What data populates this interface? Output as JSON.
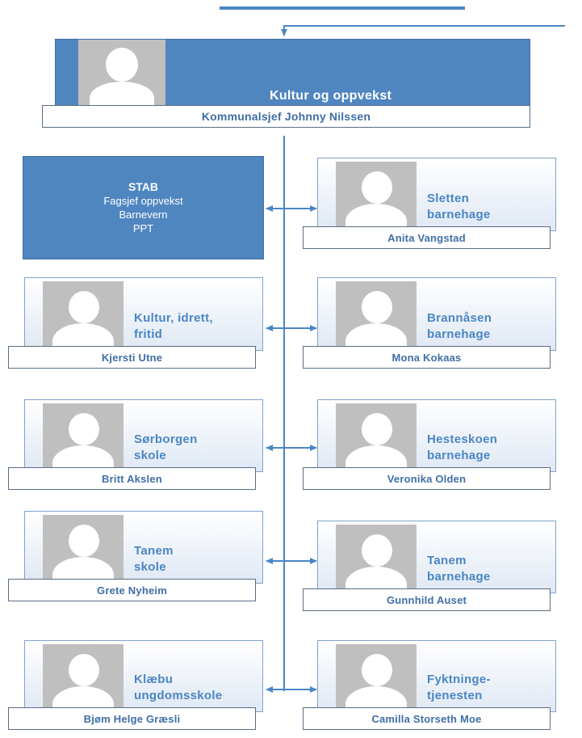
{
  "top": {
    "title": "Kultur og oppvekst",
    "leader": "Kommunalsjef Johnny Nilssen"
  },
  "stab": {
    "title": "STAB",
    "lines": [
      "Fagsjef oppvekst",
      "Barnevern",
      "PPT"
    ]
  },
  "left_units": [
    {
      "title": [
        "Kultur, idrett,",
        "fritid"
      ],
      "leader": "Kjersti Utne"
    },
    {
      "title": [
        "Sørborgen",
        "skole"
      ],
      "leader": "Britt Akslen"
    },
    {
      "title": [
        "Tanem",
        "skole"
      ],
      "leader": "Grete Nyheim"
    },
    {
      "title": [
        "Klæbu",
        "ungdomsskole"
      ],
      "leader": "Bjøm Helge Græsli"
    }
  ],
  "right_units": [
    {
      "title": [
        "Sletten",
        "barnehage"
      ],
      "leader": "Anita Vangstad"
    },
    {
      "title": [
        "Brannåsen",
        "barnehage"
      ],
      "leader": "Mona Kokaas"
    },
    {
      "title": [
        "Hesteskoen",
        "barnehage"
      ],
      "leader": "Veronika Olden"
    },
    {
      "title": [
        "Tanem",
        "barnehage"
      ],
      "leader": "Gunnhild Auset"
    },
    {
      "title": [
        "Fyktninge-",
        "tjenesten"
      ],
      "leader": "Camilla Storseth Moe"
    }
  ],
  "colors": {
    "box_fill": "#4f86c0",
    "connector": "#4a86c5",
    "unit_title": "#4a86c5",
    "photo_placeholder": "#bfbfbf"
  },
  "icons": {
    "person_placeholder": "person-silhouette-icon",
    "arrow": "double-arrow-icon"
  }
}
